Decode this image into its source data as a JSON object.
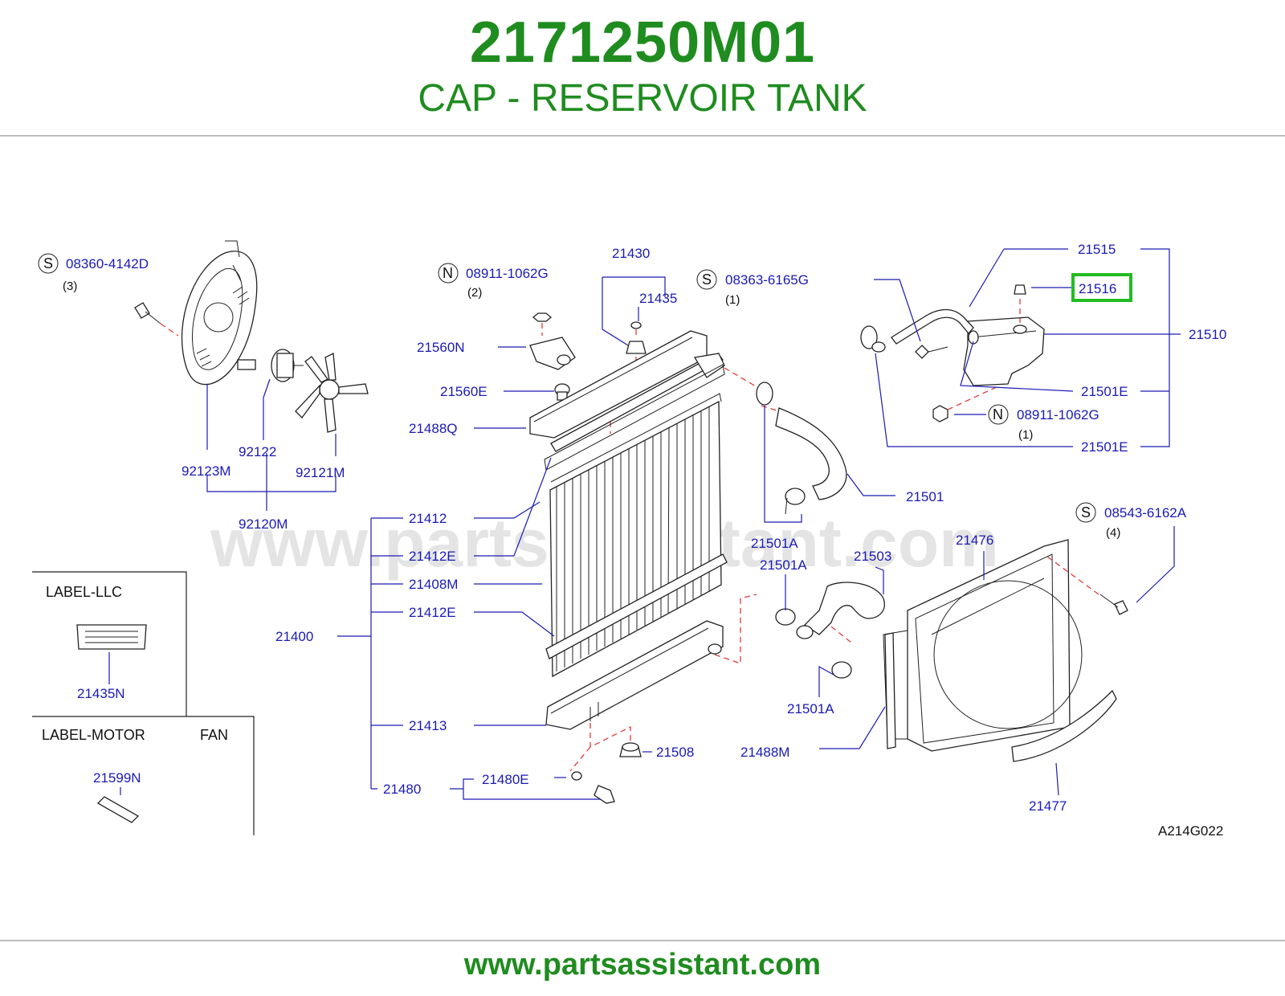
{
  "header": {
    "part_number": "2171250M01",
    "description": "CAP - RESERVOIR TANK"
  },
  "footer": {
    "website": "www.partsassistant.com"
  },
  "watermark": "www.partsassistant.com",
  "diagram": {
    "code": "A214G022",
    "highlighted_part": "21516",
    "highlight_color": "#22bb22",
    "label_color": "#1a1ab5",
    "labels": {
      "p08360": "08360-4142D",
      "q3": "(3)",
      "p08911a": "08911-1062G",
      "q2": "(2)",
      "p21430": "21430",
      "p21435": "21435",
      "p08363": "08363-6165G",
      "q1a": "(1)",
      "p21515": "21515",
      "p21516": "21516",
      "p21510": "21510",
      "p21560N": "21560N",
      "p21560E": "21560E",
      "p21488Q": "21488Q",
      "p21501E_1": "21501E",
      "p08911b": "08911-1062G",
      "q1b": "(1)",
      "p21501E_2": "21501E",
      "p92122": "92122",
      "p92123M": "92123M",
      "p92121M": "92121M",
      "p92120M": "92120M",
      "p21501": "21501",
      "p21412": "21412",
      "p21412E_1": "21412E",
      "p21501A_1": "21501A",
      "p08543": "08543-6162A",
      "q4": "(4)",
      "p21476": "21476",
      "p21501A_2": "21501A",
      "p21503": "21503",
      "p21408M": "21408M",
      "p21412E_2": "21412E",
      "p21400": "21400",
      "p21501A_3": "21501A",
      "p21413": "21413",
      "p21508": "21508",
      "p21488M": "21488M",
      "p21480E": "21480E",
      "p21480": "21480",
      "p21477": "21477",
      "p21435N": "21435N",
      "p21599N": "21599N"
    },
    "circle_codes": {
      "s1": "S",
      "n1": "N",
      "s2": "S",
      "n2": "N",
      "s3": "S"
    },
    "inset": {
      "label_llc": "LABEL-LLC",
      "label_motor": "LABEL-MOTOR",
      "label_fan": "FAN"
    }
  }
}
